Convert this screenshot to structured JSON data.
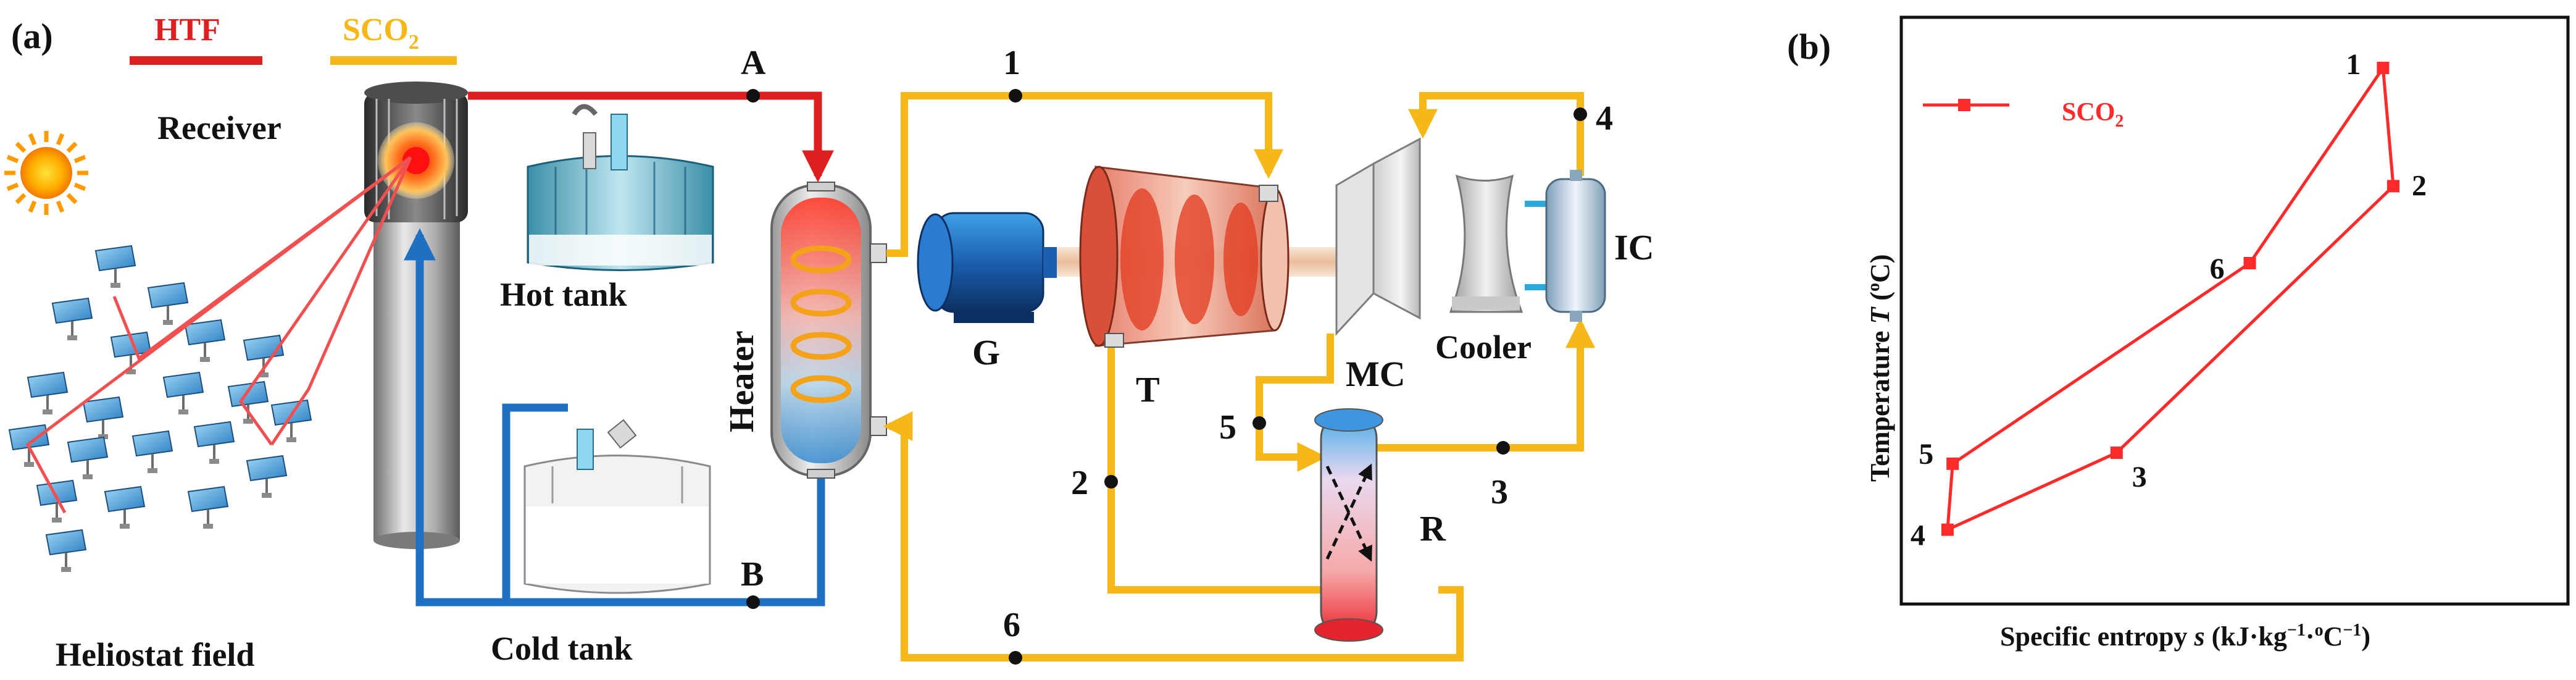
{
  "colors": {
    "htf_red": "#dd1f1f",
    "htf_blue": "#1f6fc2",
    "sco2_yellow": "#f6b818",
    "plot_red": "#ff2a2a",
    "steel_blue": "#1f5ea8",
    "sky_blue": "#29a9e0"
  },
  "panel_a": {
    "tag": "(a)",
    "legend": {
      "htf": "HTF",
      "sco2_main": "SCO",
      "sco2_sub": "2"
    },
    "labels": {
      "receiver": "Receiver",
      "hot_tank": "Hot tank",
      "cold_tank": "Cold tank",
      "heliostat_field": "Heliostat field",
      "heater": "Heater",
      "generator": "G",
      "turbine": "T",
      "main_compressor": "MC",
      "cooler": "Cooler",
      "intercooler": "IC",
      "recuperator": "R"
    },
    "points": {
      "A": "A",
      "B": "B",
      "p1": "1",
      "p2": "2",
      "p3": "3",
      "p4": "4",
      "p5": "5",
      "p6": "6"
    }
  },
  "panel_b": {
    "tag": "(b)",
    "legend": {
      "main": "SCO",
      "sub": "2"
    },
    "y_label": {
      "pre": "Temperature  ",
      "italic": "T",
      "mid": " (",
      "sup": "o",
      "post": "C)"
    },
    "x_label": {
      "pre": "Specific entropy ",
      "italic": "s",
      "mid": " (kJ·kg",
      "sup1": "−1",
      "mid2": "·",
      "sup2": "o",
      "c": "C",
      "sup3": "−1",
      "post": ")"
    },
    "points": {
      "s1": "1",
      "s2": "2",
      "s3": "3",
      "s4": "4",
      "s5": "5",
      "s6": "6"
    }
  },
  "chart_data": {
    "type": "line",
    "title": "",
    "xlabel": "Specific entropy s (kJ·kg−1·oC−1)",
    "ylabel": "Temperature T (oC)",
    "grid": false,
    "legend_position": "top-left",
    "series": [
      {
        "name": "SCO2",
        "color": "#ff2a2a",
        "points": [
          {
            "state": "1",
            "s": 0.88,
            "T": 0.955
          },
          {
            "state": "2",
            "s": 0.9,
            "T": 0.74
          },
          {
            "state": "3",
            "s": 0.36,
            "T": 0.255
          },
          {
            "state": "4",
            "s": 0.03,
            "T": 0.115
          },
          {
            "state": "5",
            "s": 0.04,
            "T": 0.235
          },
          {
            "state": "6",
            "s": 0.62,
            "T": 0.6
          },
          {
            "state": "1",
            "s": 0.88,
            "T": 0.955
          }
        ]
      }
    ]
  }
}
